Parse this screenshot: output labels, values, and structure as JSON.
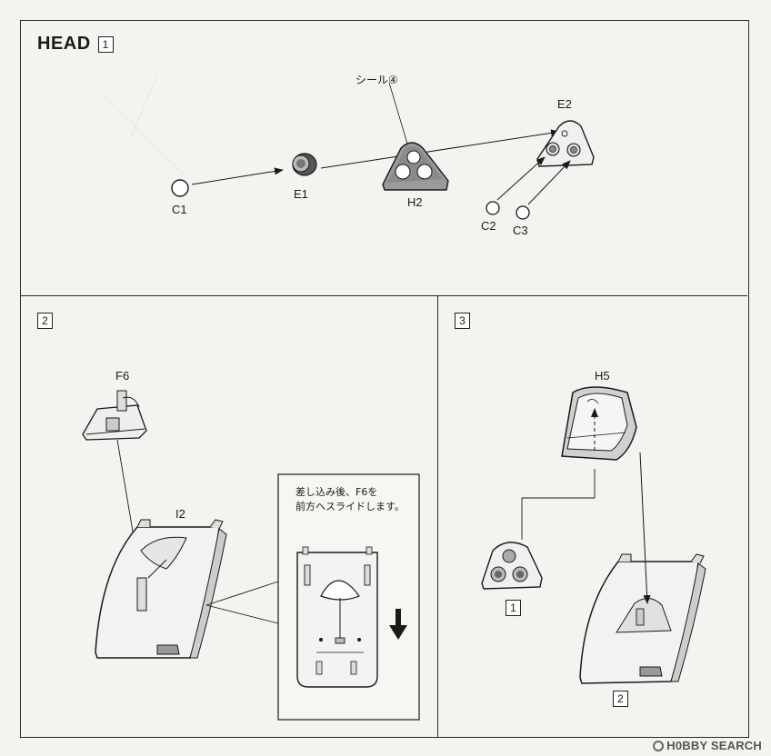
{
  "step1": {
    "title": "HEAD",
    "step_number": "1",
    "parts": {
      "c1": "C1",
      "e1": "E1",
      "h2": "H2",
      "e2": "E2",
      "c2": "C2",
      "c3": "C3"
    },
    "sticker_label": "シール④"
  },
  "step2": {
    "step_number": "2",
    "parts": {
      "f6": "F6",
      "i2": "I2"
    },
    "note_line1": "差し込み後、F6を",
    "note_line2": "前方へスライドします。"
  },
  "step3": {
    "step_number": "3",
    "parts": {
      "h5": "H5"
    },
    "ref_step1": "1",
    "ref_step2": "2"
  },
  "watermark": "H0BBY SEARCH"
}
